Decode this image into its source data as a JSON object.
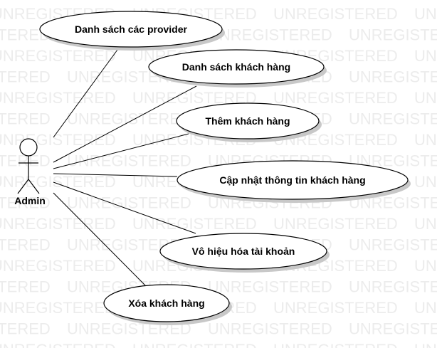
{
  "watermark": {
    "text": "UNREGISTERED"
  },
  "actor": {
    "name": "Admin"
  },
  "use_cases": [
    {
      "id": "uc-provider-list",
      "label": "Danh sách các provider"
    },
    {
      "id": "uc-customer-list",
      "label": "Danh sách khách hàng"
    },
    {
      "id": "uc-add-customer",
      "label": "Thêm khách hàng"
    },
    {
      "id": "uc-update-customer",
      "label": "Cập nhật thông tin khách hàng"
    },
    {
      "id": "uc-disable-account",
      "label": "Vô hiệu hóa tài khoản"
    },
    {
      "id": "uc-delete-customer",
      "label": "Xóa khách hàng"
    }
  ]
}
